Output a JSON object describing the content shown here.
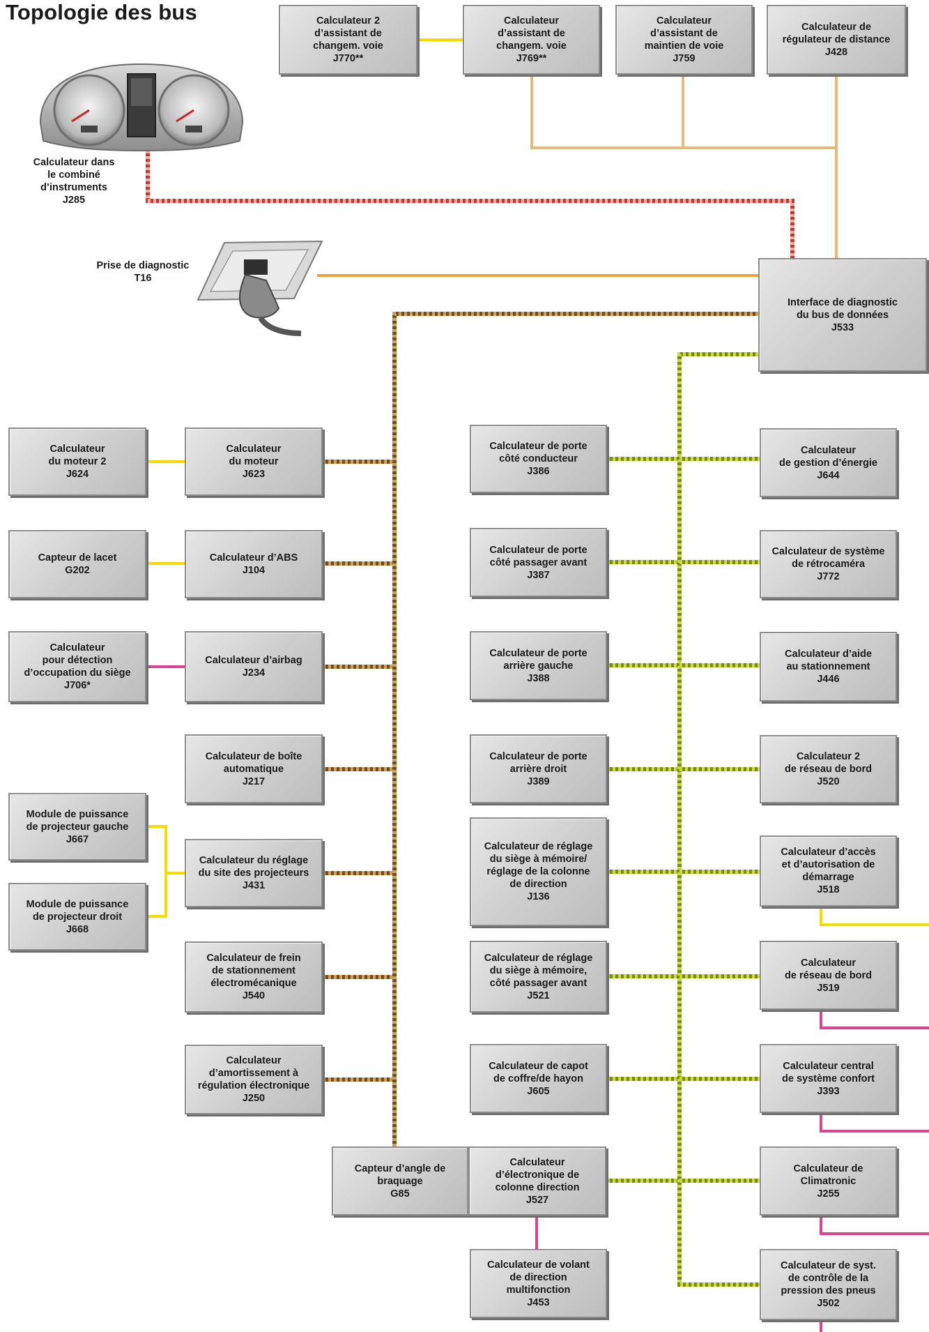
{
  "title": "Topologie des bus",
  "standalone_labels": {
    "cluster": [
      "Calculateur dans",
      "le combiné",
      "d’instruments",
      "J285"
    ],
    "diag_socket": [
      "Prise de diagnostic",
      "T16"
    ]
  },
  "boxes": {
    "j770": [
      "Calculateur 2",
      "d’assistant de",
      "changem. voie",
      "J770**"
    ],
    "j769": [
      "Calculateur",
      "d’assistant de",
      "changem. voie",
      "J769**"
    ],
    "j759": [
      "Calculateur",
      "d’assistant de",
      "maintien de voie",
      "J759"
    ],
    "j428": [
      "Calculateur de",
      "régulateur de distance",
      "J428"
    ],
    "j533": [
      "Interface de diagnostic",
      "du bus de données",
      "J533"
    ],
    "j624": [
      "Calculateur",
      "du moteur 2",
      "J624"
    ],
    "j623": [
      "Calculateur",
      "du moteur",
      "J623"
    ],
    "g202": [
      "Capteur de lacet",
      "G202"
    ],
    "j104": [
      "Calculateur d’ABS",
      "J104"
    ],
    "j706": [
      "Calculateur",
      "pour détection",
      "d’occupation du siège",
      "J706*"
    ],
    "j234": [
      "Calculateur d’airbag",
      "J234"
    ],
    "j217": [
      "Calculateur de boîte",
      "automatique",
      "J217"
    ],
    "j667": [
      "Module de puissance",
      "de projecteur gauche",
      "J667"
    ],
    "j668": [
      "Module de puissance",
      "de projecteur droit",
      "J668"
    ],
    "j431": [
      "Calculateur du réglage",
      "du site des projecteurs",
      "J431"
    ],
    "j540": [
      "Calculateur de frein",
      "de stationnement",
      "électromécanique",
      "J540"
    ],
    "j250": [
      "Calculateur",
      "d’amortissement à",
      "régulation électronique",
      "J250"
    ],
    "g85": [
      "Capteur d’angle de",
      "braquage",
      "G85"
    ],
    "j386": [
      "Calculateur de porte",
      "côté conducteur",
      "J386"
    ],
    "j387": [
      "Calculateur de porte",
      "côté passager avant",
      "J387"
    ],
    "j388": [
      "Calculateur de porte",
      "arrière gauche",
      "J388"
    ],
    "j389": [
      "Calculateur de porte",
      "arrière droit",
      "J389"
    ],
    "j136": [
      "Calculateur de réglage",
      "du siège à mémoire/",
      "réglage de la colonne",
      "de direction",
      "J136"
    ],
    "j521": [
      "Calculateur de réglage",
      "du siège à mémoire,",
      "côté passager avant",
      "J521"
    ],
    "j605": [
      "Calculateur de capot",
      "de coffre/de hayon",
      "J605"
    ],
    "j527": [
      "Calculateur",
      "d’électronique de",
      "colonne direction",
      "J527"
    ],
    "j453": [
      "Calculateur de volant",
      "de direction",
      "multifonction",
      "J453"
    ],
    "j644": [
      "Calculateur",
      "de gestion d’énergie",
      "J644"
    ],
    "j772": [
      "Calculateur de système",
      "de rétrocaméra",
      "J772"
    ],
    "j446": [
      "Calculateur d’aide",
      "au stationnement",
      "J446"
    ],
    "j520": [
      "Calculateur 2",
      "de réseau de bord",
      "J520"
    ],
    "j518": [
      "Calculateur d’accès",
      "et d’autorisation de",
      "démarrage",
      "J518"
    ],
    "j519": [
      "Calculateur",
      "de réseau de bord",
      "J519"
    ],
    "j393": [
      "Calculateur central",
      "de système confort",
      "J393"
    ],
    "j255": [
      "Calculateur de",
      "Climatronic",
      "J255"
    ],
    "j502": [
      "Calculateur de syst.",
      "de contrôle de la",
      "pression des pneus",
      "J502"
    ]
  },
  "colors": {
    "background": "#ffffff",
    "box_fill": "#d2d2d2",
    "box_border": "#8c8c8c",
    "box_shadow": "#6e6e6e",
    "powertrain_bus": "#7a4a1f",
    "powertrain_bus_stripe": "#c8a35a",
    "comfort_bus": "#7a8a1a",
    "comfort_bus_stripe": "#c8dc3c",
    "dashboard_bus": "#cc3333",
    "dashboard_bus_stripe": "#f0b0a0",
    "private_can": "#f5dc00",
    "lin": "#d9448c",
    "sensor_bus": "#e6b87a",
    "diagnostic": "#f0a040"
  }
}
